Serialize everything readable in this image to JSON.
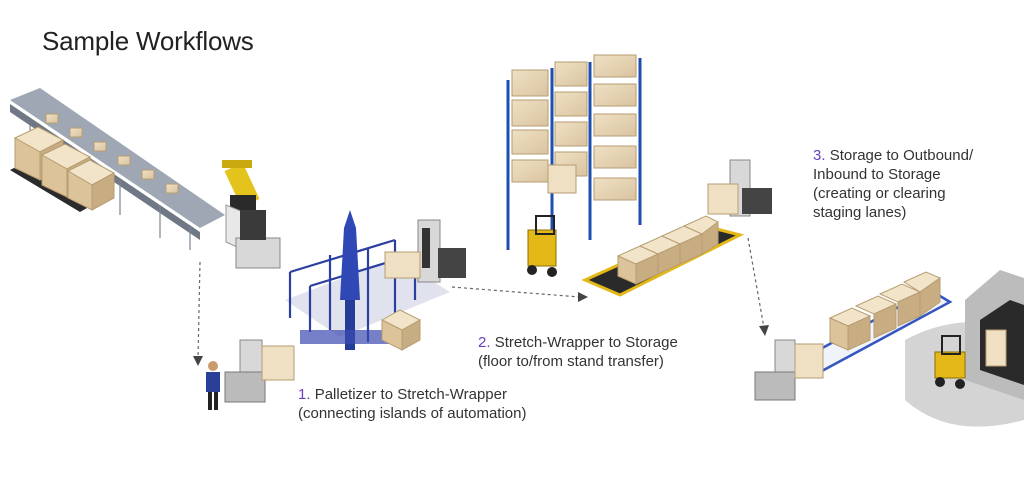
{
  "title": "Sample Workflows",
  "accent_color": "#6b3fc0",
  "workflows": [
    {
      "number": "1.",
      "lines": [
        "Palletizer to Stretch-Wrapper",
        "(connecting islands of automation)"
      ]
    },
    {
      "number": "2.",
      "lines": [
        "Stretch-Wrapper to Storage",
        "(floor to/from stand transfer)"
      ]
    },
    {
      "number": "3.",
      "lines": [
        "Storage to Outbound/",
        "Inbound to Storage",
        "(creating or clearing",
        "staging lanes)"
      ]
    }
  ]
}
